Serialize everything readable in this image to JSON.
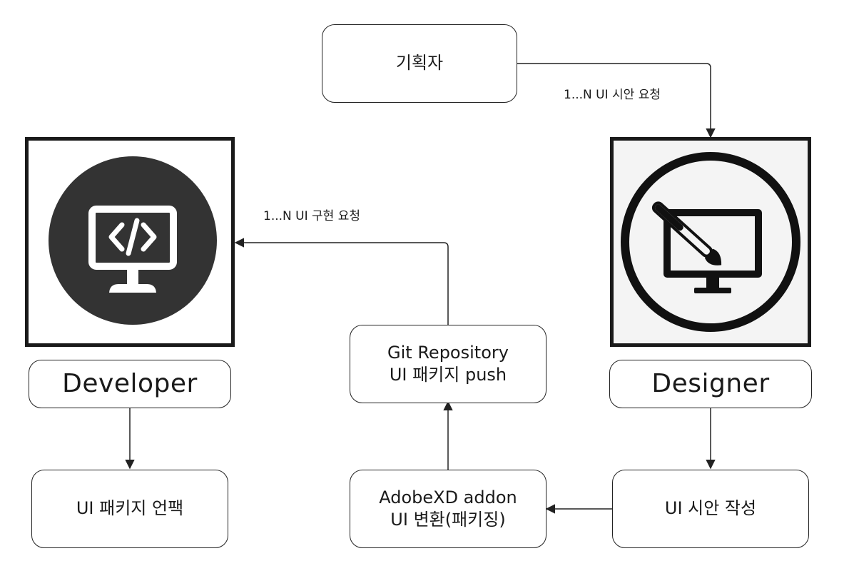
{
  "nodes": {
    "planner": {
      "label": "기획자"
    },
    "developer": {
      "label": "Developer"
    },
    "designer": {
      "label": "Designer"
    },
    "git_repo": {
      "line1": "Git Repository",
      "line2": "UI 패키지 push"
    },
    "addon": {
      "line1": "AdobeXD addon",
      "line2": "UI 변환(패키징)"
    },
    "ui_draft": {
      "label": "UI 시안 작성"
    },
    "unpack": {
      "label": "UI 패키지 언팩"
    }
  },
  "edges": {
    "planner_to_designer": "1...N UI 시안 요청",
    "git_to_developer": "1...N UI 구현 요청"
  },
  "icons": {
    "developer": "code-monitor-icon",
    "designer": "paintbrush-monitor-icon"
  },
  "colors": {
    "stroke": "#222222",
    "developer_icon_bg": "#333333",
    "designer_icon_bg": "#f4f4f4"
  }
}
